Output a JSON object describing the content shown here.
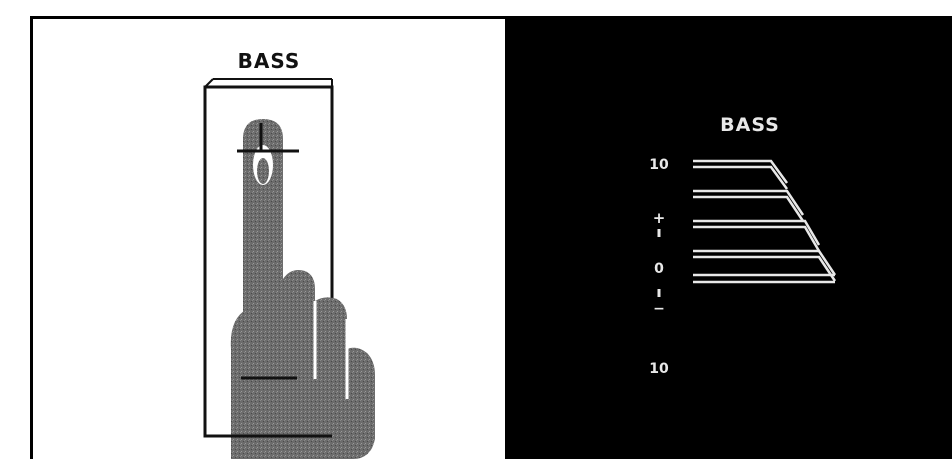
{
  "left_panel": {
    "title": "BASS",
    "illustration": "hand-pressing-slider-icon"
  },
  "right_panel": {
    "title": "BASS",
    "scale": {
      "top_value": "10",
      "plus_sign": "+",
      "zero": "0",
      "minus_sign": "−",
      "bottom_value": "10"
    },
    "curve_icon": "bass-boost-curves-icon"
  },
  "colors": {
    "panel_dark": "#000000",
    "panel_light": "#ffffff",
    "hand_gray": "#6a6a6a",
    "line_light": "#e8e8e8"
  }
}
